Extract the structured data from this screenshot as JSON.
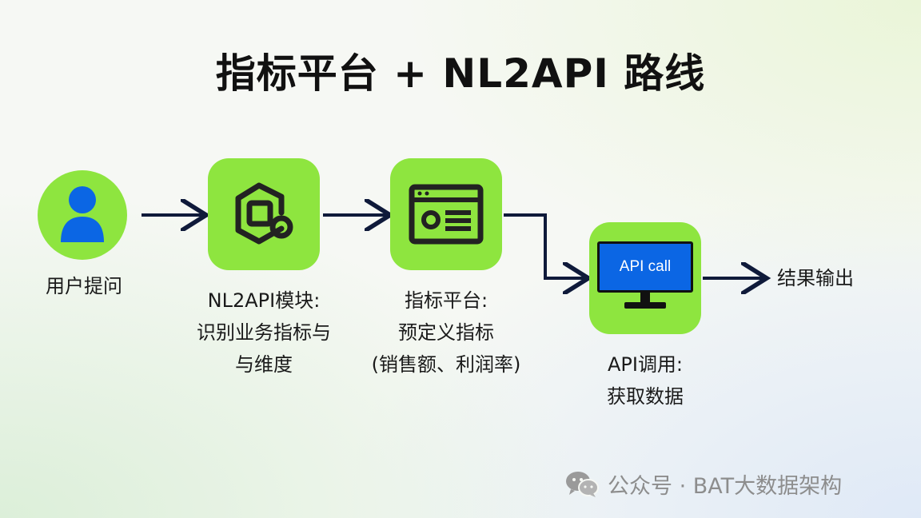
{
  "title": "指标平台 + NL2API 路线",
  "nodes": [
    {
      "id": "user",
      "icon": "user-icon",
      "label_lines": [
        "用户提问"
      ]
    },
    {
      "id": "nl2api",
      "icon": "cube-module-icon",
      "label_lines": [
        "NL2API模块:",
        "识别业务指标与",
        "与维度"
      ]
    },
    {
      "id": "metrics",
      "icon": "dashboard-window-icon",
      "label_lines": [
        "指标平台:",
        "预定义指标",
        "(销售额、利润率)"
      ]
    },
    {
      "id": "api",
      "icon": "monitor-icon",
      "screen_text": "API call",
      "label_lines": [
        "API调用:",
        "获取数据"
      ]
    },
    {
      "id": "output",
      "label_lines": [
        "结果输出"
      ]
    }
  ],
  "colors": {
    "node_fill": "#8ee53f",
    "arrow": "#0f1a3a",
    "monitor_blue": "#0b66e4",
    "user_blue": "#0b66e4"
  },
  "watermark": {
    "icon": "wechat-icon",
    "text": "公众号 · BAT大数据架构"
  }
}
